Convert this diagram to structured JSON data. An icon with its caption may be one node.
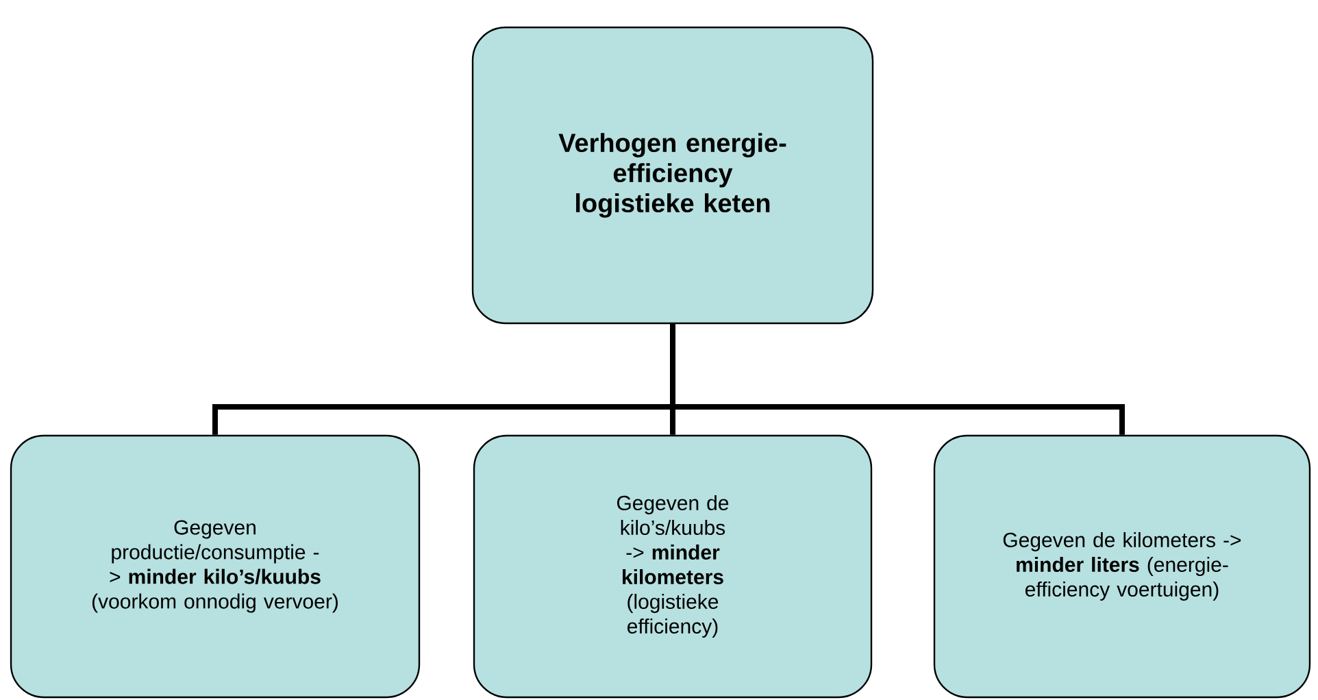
{
  "diagram": {
    "nodes": [
      {
        "text": [
          "Verhogen energie-efficiency logistieke keten"
        ]
      },
      {
        "text": [
          "Gegeven productie/consumptie -> **minder kilo’s/kuubs** (voorkom onnodig vervoer)"
        ]
      },
      {
        "text": [
          "Gegeven de kilo’s/kuubs -> **minder kilometers** (logistieke efficiency)"
        ]
      },
      {
        "text": [
          "Gegeven de kilometers -> **minder liters** (energie-efficiency voertuigen)"
        ]
      }
    ],
    "edges": [
      {
        "from": 0,
        "to": 1,
        "arrow": "none"
      },
      {
        "from": 0,
        "to": 2,
        "arrow": "none"
      },
      {
        "from": 0,
        "to": 3,
        "arrow": "none"
      }
    ]
  }
}
